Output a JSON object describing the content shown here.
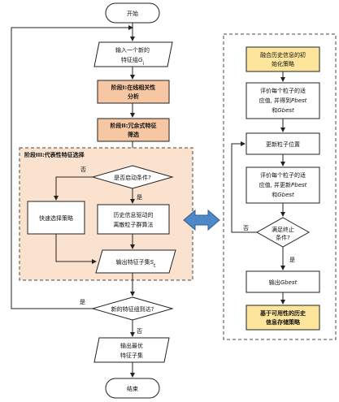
{
  "left_flow": {
    "start": "开始",
    "input_group": [
      "输入一个新的",
      "特征组",
      "G",
      "i"
    ],
    "stage1": [
      "阶段I:在线相关性",
      "分析"
    ],
    "stage2": [
      "阶段II:冗余式特征",
      "筛选"
    ],
    "stage3_title": "阶段III:代表性特征选择",
    "decision_start": "是否启动条件?",
    "no_label_1": "否",
    "yes_label_1": "是",
    "fast_strategy": "快速选择策略",
    "history_driven": [
      "历史信息驱动的",
      "离散粒子群算法"
    ],
    "output_subset": [
      "输出特征子集",
      "S",
      "t"
    ],
    "decision_arrive": "新的特征组到达?",
    "yes_label_2": "是",
    "no_label_2": "否",
    "output_best": [
      "输出最优",
      "特征子集"
    ],
    "end": "结束"
  },
  "right_flow": {
    "init": [
      "融合历史信息的初",
      "始化策略"
    ],
    "eval1": [
      "评价每个粒子的适",
      "应值, 并得到",
      "Pbest",
      "和",
      "Gbest"
    ],
    "update_pos": "更新粒子位置",
    "eval2": [
      "评价每个粒子的适",
      "应值, 并更新",
      "Pbest",
      "和",
      "Gbest"
    ],
    "decision_stop": [
      "满足终止",
      "条件?"
    ],
    "no_label": "否",
    "yes_label": "是",
    "output_gbest": [
      "输出",
      "Gbest"
    ],
    "storage": [
      "基于可用性的历史",
      "信息存储策略"
    ]
  },
  "colors": {
    "stage_fill": "#f7c6a3",
    "stage3_panel": "#fbe2cf",
    "right_accent": "#fde59b",
    "arrow_blue": "#4f88c6",
    "line": "#222222"
  }
}
